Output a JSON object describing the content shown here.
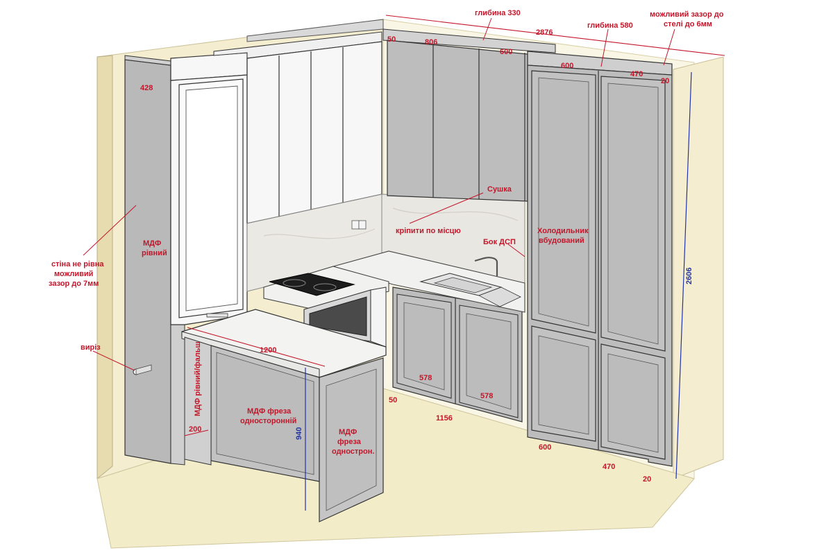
{
  "colors": {
    "wall": "#f4edd0",
    "wall_edge": "#e6dcb0",
    "floor": "#f2ecc8",
    "cabinet": "#bdbdbd",
    "cabinet_dark": "#a8a8a8",
    "white_panel": "#f7f7f7",
    "counter": "#f1f1ef",
    "backsplash": "#e9e7e2",
    "annotation_red": "#c4162a",
    "dimension_blue": "#2233aa"
  },
  "labels": {
    "depth_330": "глибина 330",
    "dim_2876": "2876",
    "depth_580": "глибина 580",
    "gap_ceiling_1": "можливий зазор до",
    "gap_ceiling_2": "стелі до 6мм",
    "dim_50_top": "50",
    "dim_806": "806",
    "dim_600_top": "600",
    "dim_600_right": "600",
    "dim_470_right": "470",
    "dim_20_right": "20",
    "dim_428": "428",
    "drying": "Сушка",
    "mount_in_place": "кріпити по місцю",
    "side_dsp": "Бок ДСП",
    "fridge_1": "Холодильник",
    "fridge_2": "вбудований",
    "mdf_level_1": "МДФ",
    "mdf_level_2": "рівний",
    "wall_uneven_1": "стіна не рівна",
    "wall_uneven_2": "можливий",
    "wall_uneven_3": "зазор до 7мм",
    "cutout": "виріз",
    "dim_1200": "1200",
    "mdf_level_false": "МДФ рівний/фальш",
    "dim_200": "200",
    "mdf_mill_1": "МДФ фреза",
    "mdf_mill_2": "односторонній",
    "dim_940": "940",
    "mdf_mill_b1": "МДФ",
    "mdf_mill_b2": "фреза",
    "mdf_mill_b3": "однострон.",
    "dim_578_a": "578",
    "dim_578_b": "578",
    "dim_50_bottom": "50",
    "dim_1156": "1156",
    "dim_600_bottom": "600",
    "dim_470_bottom": "470",
    "dim_20_bottom": "20",
    "dim_2606": "2606"
  }
}
